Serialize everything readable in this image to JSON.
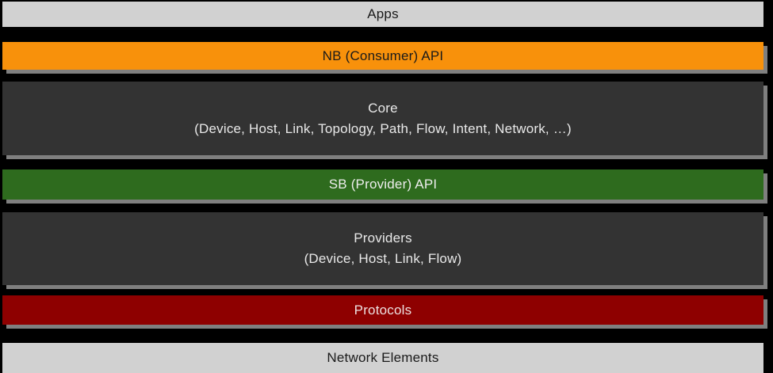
{
  "diagram": {
    "background": "#000000",
    "shadow_color": "#7f7f7f",
    "layers": [
      {
        "id": "apps",
        "lines": [
          "Apps"
        ],
        "bg": "#d1d1d1",
        "text_color": "#1a1a1a",
        "shadow": false
      },
      {
        "id": "nb-api",
        "lines": [
          "NB (Consumer) API"
        ],
        "bg": "#f8910b",
        "text_color": "#1a1a1a",
        "shadow": true
      },
      {
        "id": "core",
        "lines": [
          "Core",
          "(Device, Host, Link, Topology, Path, Flow, Intent, Network, …)"
        ],
        "bg": "#333333",
        "text_color": "#e9e9e9",
        "shadow": true
      },
      {
        "id": "sb-api",
        "lines": [
          "SB (Provider) API"
        ],
        "bg": "#2e6b1e",
        "text_color": "#ededed",
        "shadow": true
      },
      {
        "id": "providers",
        "lines": [
          "Providers",
          "(Device, Host, Link, Flow)"
        ],
        "bg": "#333333",
        "text_color": "#e9e9e9",
        "shadow": true
      },
      {
        "id": "protocols",
        "lines": [
          "Protocols"
        ],
        "bg": "#8e0000",
        "text_color": "#ede0e0",
        "shadow": true
      },
      {
        "id": "network-elements",
        "lines": [
          "Network Elements"
        ],
        "bg": "#d1d1d1",
        "text_color": "#1a1a1a",
        "shadow": false
      }
    ]
  }
}
